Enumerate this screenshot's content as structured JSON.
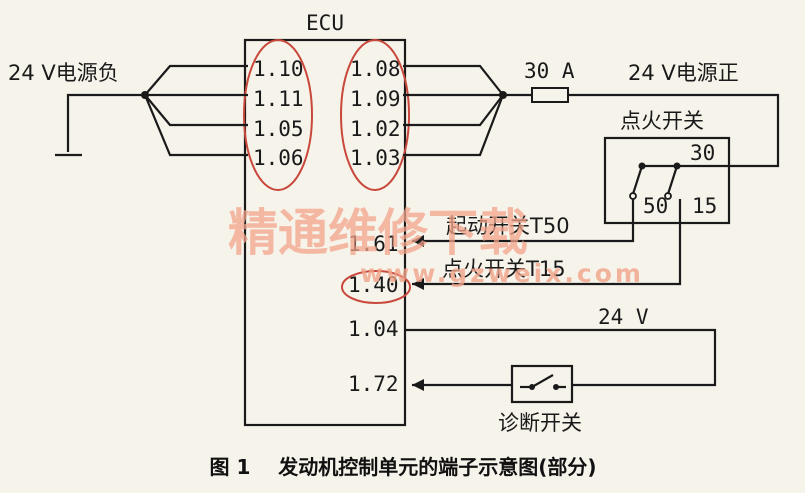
{
  "ecu": {
    "title": "ECU"
  },
  "power_neg": "24 V电源负",
  "power_pos": "24 V电源正",
  "fuse": "30 A",
  "ignition_switch": {
    "title": "点火开关",
    "term_30": "30",
    "term_50": "50",
    "term_15": "15"
  },
  "left_pins": [
    "1.10",
    "1.11",
    "1.05",
    "1.06"
  ],
  "right_pins": [
    "1.08",
    "1.09",
    "1.02",
    "1.03"
  ],
  "lower_pins": [
    "1.61",
    "1.40",
    "1.04",
    "1.72"
  ],
  "labels": {
    "start_switch": "起动开关T50",
    "ignition_t15": "点火开关T15",
    "v24": "24 V",
    "diag_switch": "诊断开关"
  },
  "caption": "图 1    发动机控制单元的端子示意图(部分)",
  "watermark": {
    "main": "精通维修下载",
    "url": "www.gzweix.com"
  },
  "colors": {
    "highlight": "#c8483c",
    "watermark": "#f2a48a",
    "line": "#1a1a1a"
  }
}
